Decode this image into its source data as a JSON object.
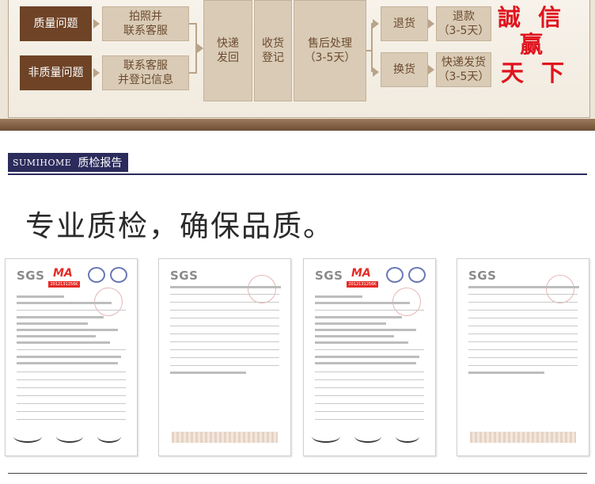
{
  "flow": {
    "quality_issue": "质量问题",
    "non_quality_issue": "非质量问题",
    "step_photo": [
      "拍照并",
      "联系客服"
    ],
    "step_register": [
      "联系客服",
      "并登记信息"
    ],
    "express_return": [
      "快递",
      "发回"
    ],
    "receive_register": [
      "收货",
      "登记"
    ],
    "after_sale": [
      "售后处理",
      "（3-5天）"
    ],
    "return_goods": "退货",
    "exchange": "换货",
    "refund": [
      "退款",
      "（3-5天）"
    ],
    "express_ship": [
      "快递发货",
      "（3-5天）"
    ],
    "slogan": [
      "誠 信",
      "赢",
      "天 下"
    ]
  },
  "section": {
    "brand": "SUMIHOME",
    "title": "质检报告"
  },
  "headline": "专业质检，确保品质。",
  "reports": [
    {
      "logo": "SGS",
      "ma": "MA",
      "ma_number": "2012131256K"
    },
    {
      "logo": "SGS"
    },
    {
      "logo": "SGS",
      "ma": "MA",
      "ma_number": "2012131256K"
    },
    {
      "logo": "SGS"
    }
  ],
  "colors": {
    "dark_box": "#6e4326",
    "light_box": "#d9cbb6",
    "slogan": "#e0141e",
    "section_bar": "#2b2b5c"
  }
}
